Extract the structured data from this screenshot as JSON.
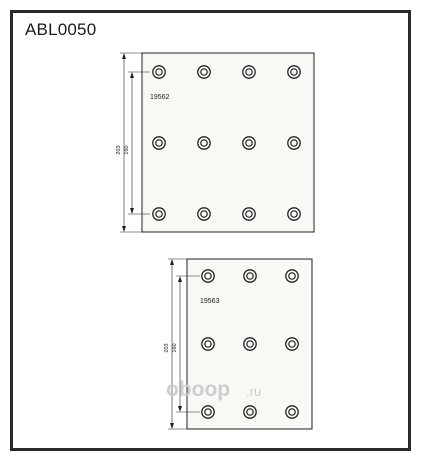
{
  "part_number": "ABL0050",
  "watermark": {
    "brand": "oboop",
    "suffix": ".ru",
    "color": "#c9c9c9"
  },
  "colors": {
    "line": "#222222",
    "frame": "#2a2a2a",
    "pad_fill": "#f8f8f5"
  },
  "pads": [
    {
      "id": "upper",
      "reference": "19562",
      "rows": 3,
      "cols": 4,
      "dimensions": {
        "outer": "203",
        "inner": "160"
      }
    },
    {
      "id": "lower",
      "reference": "19563",
      "rows": 3,
      "cols": 3,
      "dimensions": {
        "outer": "203",
        "inner": "160"
      }
    }
  ]
}
